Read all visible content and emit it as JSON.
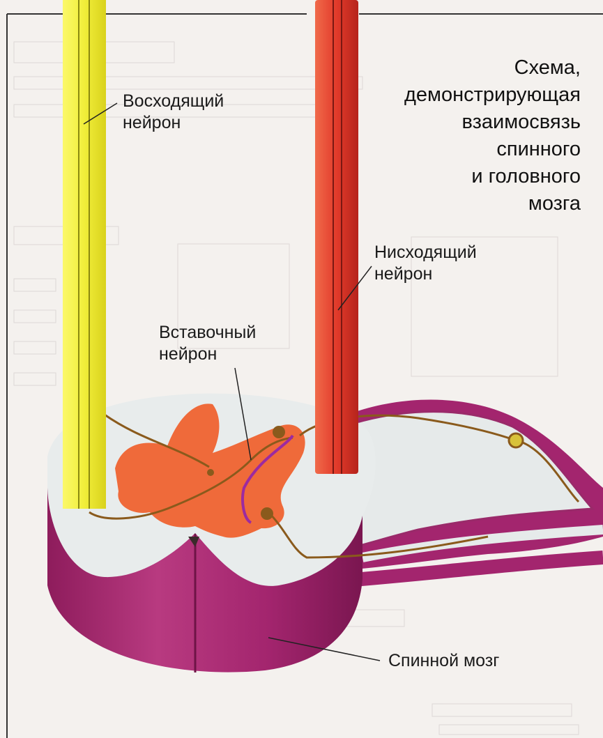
{
  "title_lines": [
    "Схема,",
    "демонстрирующая",
    "взаимосвязь",
    "спинного",
    "и головного",
    "мозга"
  ],
  "labels": {
    "ascending_1": "Восходящий",
    "ascending_2": "нейрон",
    "descending_1": "Нисходящий",
    "descending_2": "нейрон",
    "interneuron_1": "Вставочный",
    "interneuron_2": "нейрон",
    "spinal_cord": "Спинной мозг"
  },
  "colors": {
    "ascending_neuron": "#f1ee3a",
    "descending_neuron": "#e23a2a",
    "grey_matter": "#ef6a3a",
    "white_matter": "#e8ecec",
    "cord_sides": "#a3256e",
    "nerve_fiber": "#8a5a1c"
  }
}
